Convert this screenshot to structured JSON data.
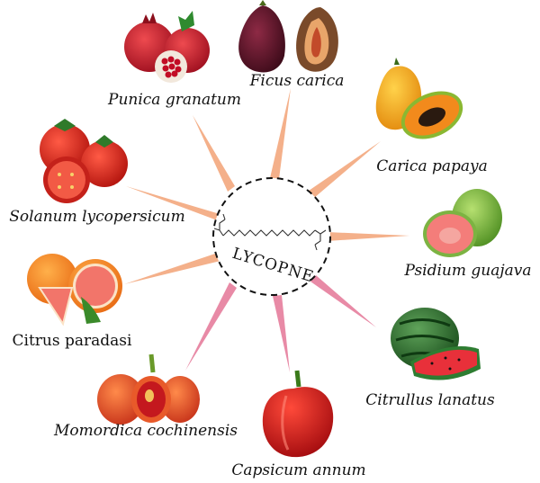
{
  "center": {
    "label": "LYCOPNE"
  },
  "sources": [
    {
      "id": "punica",
      "label": "Punica granatum",
      "italic": true,
      "icon": "pomegranate-icon",
      "color": "#c8182b"
    },
    {
      "id": "ficus",
      "label": "Ficus carica",
      "italic": true,
      "icon": "fig-icon",
      "color": "#6a1a2e"
    },
    {
      "id": "carica",
      "label": "Carica papaya",
      "italic": true,
      "icon": "papaya-icon",
      "color": "#f2a11a"
    },
    {
      "id": "psidium",
      "label": "Psidium guajava",
      "italic": true,
      "icon": "guava-icon",
      "color": "#7cb342"
    },
    {
      "id": "citrullus",
      "label": "Citrullus lanatus",
      "italic": true,
      "icon": "watermelon-icon",
      "color": "#2e7d32"
    },
    {
      "id": "capsicum",
      "label": "Capsicum annum",
      "italic": true,
      "icon": "bell-pepper-icon",
      "color": "#d3161b"
    },
    {
      "id": "momordica",
      "label": "Momordica cochinensis",
      "italic": true,
      "icon": "gac-fruit-icon",
      "color": "#e7472a"
    },
    {
      "id": "citrus",
      "label": "Citrus paradasi",
      "italic": false,
      "icon": "grapefruit-icon",
      "color": "#f07a3a"
    },
    {
      "id": "solanum",
      "label": "Solanum lycopersicum",
      "italic": true,
      "icon": "tomato-icon",
      "color": "#d8261e"
    }
  ],
  "colors": {
    "ray_orange": "#f4b08a",
    "ray_pink": "#e88aa6",
    "circle_stroke": "#111111"
  }
}
